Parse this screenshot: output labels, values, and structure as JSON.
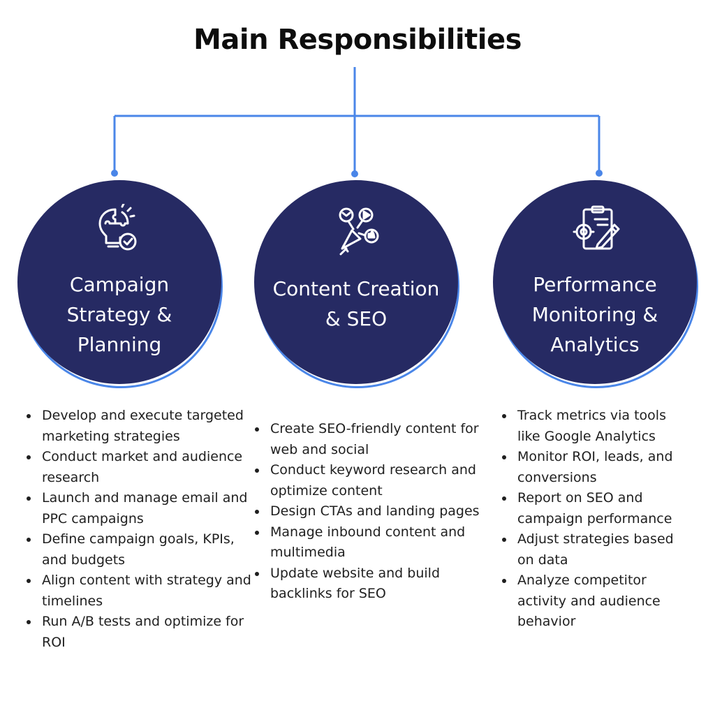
{
  "title": "Main Responsibilities",
  "colors": {
    "circle": "#262a63",
    "connector": "#4a86e8",
    "ring": "#4a86e8"
  },
  "columns": [
    {
      "heading": "Campaign\nStrategy &\nPlanning",
      "icon": "puzzle-lightbulb-check-icon",
      "items": [
        "Develop and execute targeted marketing strategies",
        " Conduct market and audience research",
        " Launch and manage email and PPC campaigns",
        " Define campaign goals, KPIs, and budgets",
        " Align content with strategy and timelines",
        " Run A/B tests and optimize for ROI"
      ]
    },
    {
      "heading": "Content Creation\n& SEO",
      "icon": "megaphone-content-icon",
      "items": [
        "Create SEO-friendly content for web and social",
        " Conduct keyword research and optimize content",
        " Design CTAs and landing pages",
        " Manage inbound content and multimedia",
        " Update website and build backlinks for SEO"
      ]
    },
    {
      "heading": "Performance\nMonitoring &\nAnalytics",
      "icon": "clipboard-gear-pen-icon",
      "items": [
        "Track metrics via tools like Google Analytics",
        " Monitor ROI, leads, and conversions",
        " Report on SEO and campaign performance",
        " Adjust strategies based on data",
        " Analyze competitor activity and audience behavior"
      ]
    }
  ]
}
